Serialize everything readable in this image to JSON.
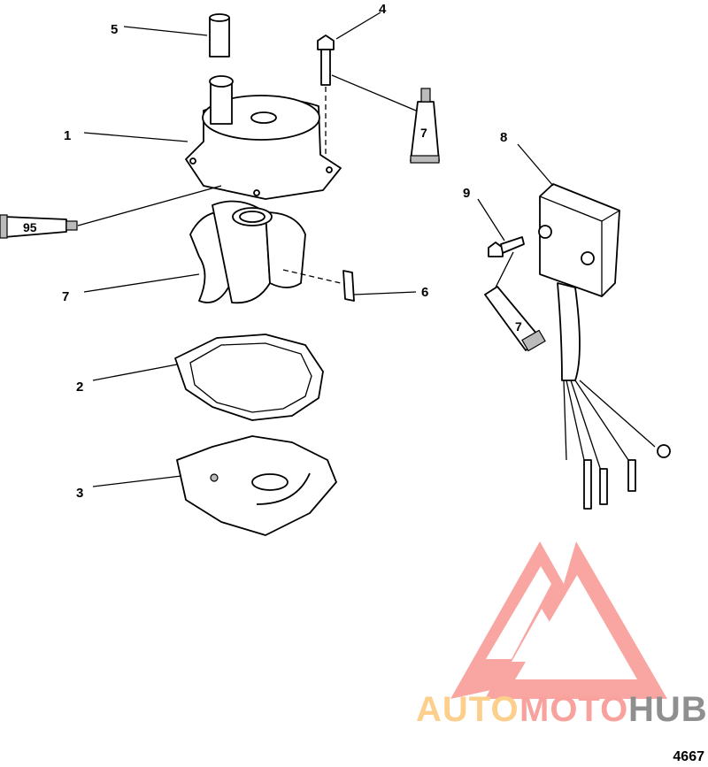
{
  "diagram": {
    "callouts": {
      "housing": "1",
      "gasket": "2",
      "plate": "3",
      "bolt": "4",
      "sleeve": "5",
      "key": "6",
      "impeller": "7",
      "module": "8",
      "screw": "9"
    },
    "tubes": {
      "sealant_top": "7",
      "sealant_right": "7",
      "lubricant": "95"
    },
    "figure_number": "4667"
  },
  "watermark": {
    "text_part1": "AUTO",
    "text_part2": "MOTO",
    "text_part3": "HUB",
    "color_triangle": "#f9a19d",
    "color_auto": "#fcd08c",
    "color_moto": "#f9a19d",
    "color_hub": "#8f8f8f"
  }
}
